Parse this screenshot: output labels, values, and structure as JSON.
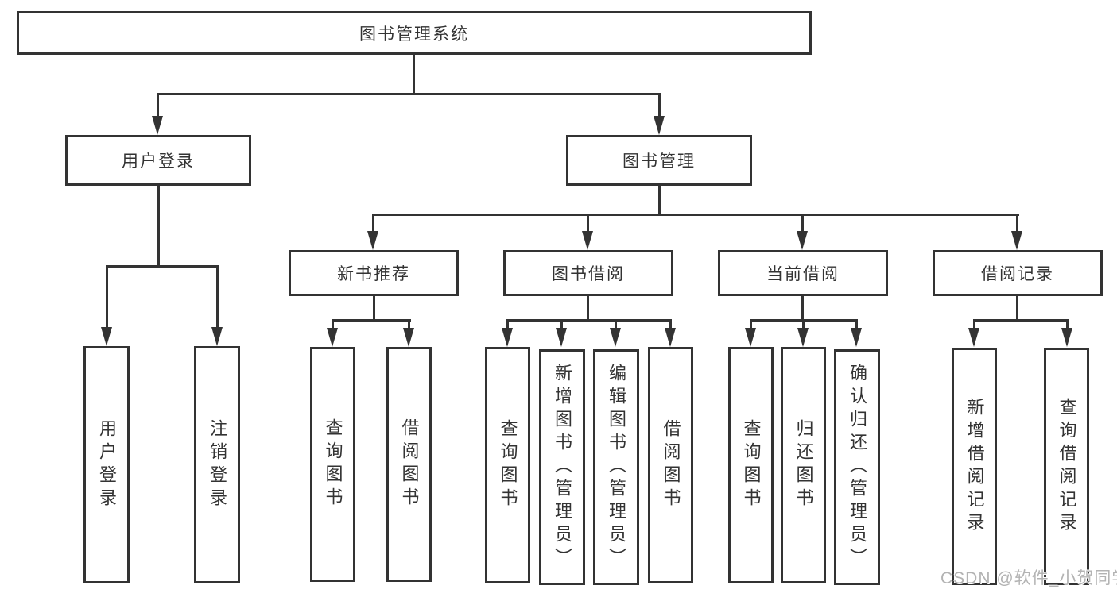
{
  "tree": {
    "root": "图书管理系统",
    "branches": [
      {
        "label": "用户登录",
        "children": [
          "用户登录",
          "注销登录"
        ]
      },
      {
        "label": "图书管理",
        "groups": [
          {
            "label": "新书推荐",
            "children": [
              "查询图书",
              "借阅图书"
            ]
          },
          {
            "label": "图书借阅",
            "children": [
              "查询图书",
              "新增图书（管理员）",
              "编辑图书（管理员）",
              "借阅图书"
            ]
          },
          {
            "label": "当前借阅",
            "children": [
              "查询图书",
              "归还图书",
              "确认归还（管理员）"
            ]
          },
          {
            "label": "借阅记录",
            "children": [
              "新增借阅记录",
              "查询借阅记录"
            ]
          }
        ]
      }
    ]
  },
  "watermark": "CSDN @软件_小贺同学",
  "colors": {
    "line": "#333333",
    "text": "#333333",
    "background": "#ffffff",
    "watermark": "#b3b3b3"
  }
}
